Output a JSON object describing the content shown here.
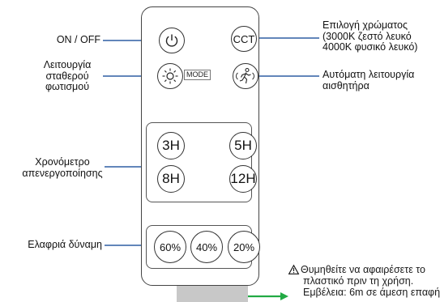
{
  "remote": {
    "power_button_icon": "power-icon",
    "cct_label": "CCT",
    "constant_light_icon": "sun-icon",
    "mode_label": "MODE",
    "sensor_icon": "walking-person-icon",
    "timer_buttons": [
      "3H",
      "5H",
      "8H",
      "12H"
    ],
    "dim_buttons": [
      "60%",
      "40%",
      "20%"
    ]
  },
  "callouts": {
    "on_off": "ON / OFF",
    "constant_light": [
      "Λειτουργία",
      "σταθερού",
      "φωτισμού"
    ],
    "timer": [
      "Χρονόμετρο",
      "απενεργοποίησης"
    ],
    "dim": "Ελαφριά δύναμη",
    "color_select": [
      "Επιλογή χρώματος",
      "(3000K ζεστό λευκό",
      "4000K φυσικό λευκό)"
    ],
    "auto_sensor": [
      "Αυτόματη λειτουργία",
      "αισθητήρα"
    ]
  },
  "warning": {
    "icon": "warning-triangle-icon",
    "lines": [
      "Θυμηθείτε να αφαιρέσετε το",
      "πλαστικό πριν τη χρήση.",
      "Εμβέλεια: 6m σε άμεση επαφή"
    ]
  },
  "colors": {
    "callout_line": "#2f5fa3",
    "arrow": "#22aa44",
    "tab": "#c8c8c8"
  }
}
